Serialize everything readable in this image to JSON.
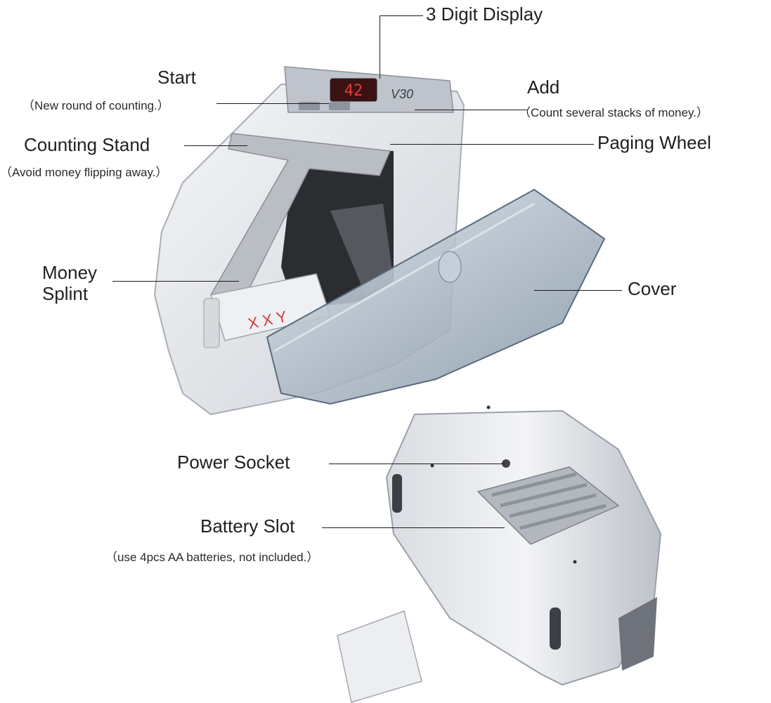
{
  "callouts": {
    "display": {
      "label": "3 Digit Display"
    },
    "start": {
      "label": "Start",
      "note": "（New round of counting.）"
    },
    "add": {
      "label": "Add",
      "note": "（Count several stacks of money.）"
    },
    "stand": {
      "label": "Counting Stand",
      "note": "（Avoid money flipping away.）"
    },
    "wheel": {
      "label": "Paging Wheel"
    },
    "splint": {
      "label": "Money\nSplint"
    },
    "cover": {
      "label": "Cover"
    },
    "socket": {
      "label": "Power Socket"
    },
    "battery": {
      "label": "Battery Slot",
      "note": "（use 4pcs AA batteries, not included.）"
    }
  },
  "device": {
    "display_digits": "42",
    "model": "V30",
    "splint_marks": "X X Y",
    "body_color": "#e9ebee",
    "panel_color": "#c9ccd3",
    "digit_color": "#e23b3b",
    "cover_color": "#6f8194"
  }
}
